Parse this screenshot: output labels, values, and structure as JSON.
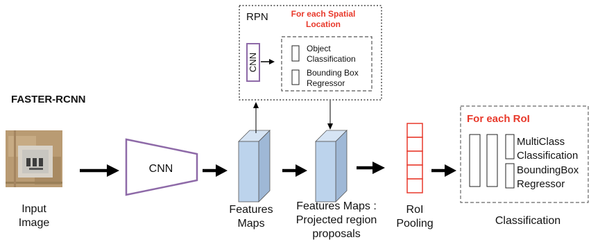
{
  "title": "FASTER-RCNN",
  "input": {
    "line1": "Input",
    "line2": "Image"
  },
  "cnn": {
    "label": "CNN"
  },
  "features": {
    "line1": "Features",
    "line2": "Maps"
  },
  "projected": {
    "line1": "Features Maps :",
    "line2": "Projected region",
    "line3": "proposals"
  },
  "roi_pooling": {
    "line1": "RoI",
    "line2": "Pooling"
  },
  "rpn": {
    "label": "RPN",
    "spatial_line1": "For each Spatial",
    "spatial_line2": "Location",
    "cnn_label": "CNN",
    "obj_line1": "Object",
    "obj_line2": "Classification",
    "bbox_line1": "Bounding Box",
    "bbox_line2": "Regressor"
  },
  "classification": {
    "heading": "For each RoI",
    "multi_line1": "MultiClass",
    "multi_line2": "Classification",
    "bbox_line1": "BoundingBox",
    "bbox_line2": "Regressor",
    "caption": "Classification"
  },
  "colors": {
    "accent_red": "#e8392b",
    "cnn_purple": "#8e6aa8",
    "feature_blue": "#bcd3ec",
    "feature_blue_dark": "#9fb8d6"
  }
}
